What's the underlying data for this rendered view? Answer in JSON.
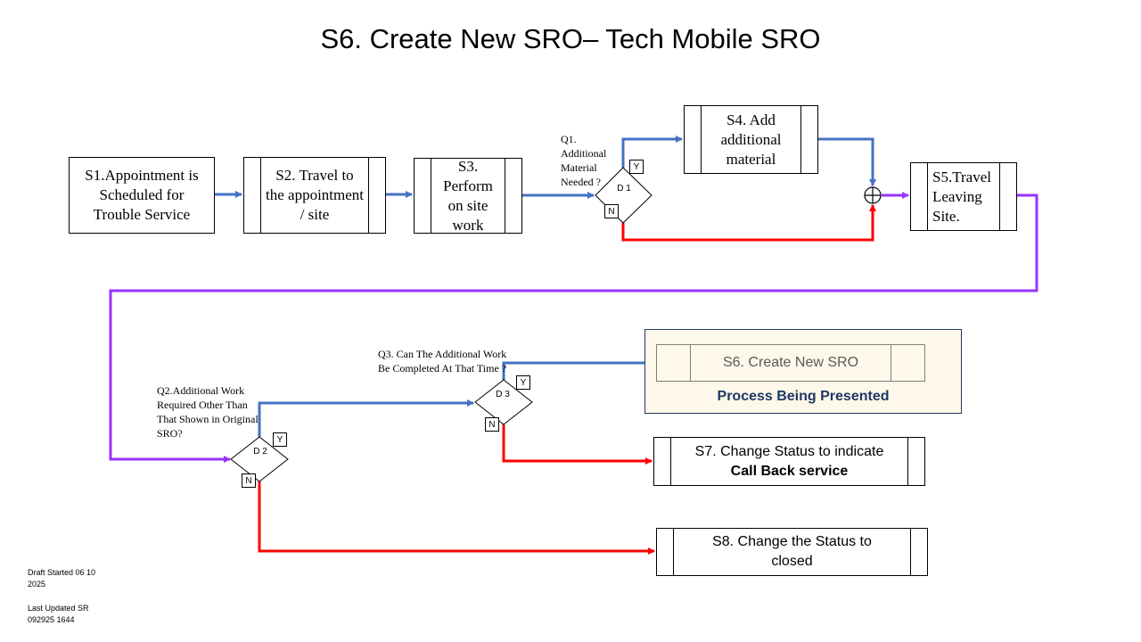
{
  "title": "S6. Create New SRO– Tech Mobile SRO",
  "steps": {
    "s1": "S1.Appointment is Scheduled for Trouble Service",
    "s2": "S2. Travel to the appointment / site",
    "s3": "S3. Perform on site work",
    "s4": "S4. Add additional material",
    "s5": "S5.Travel Leaving Site.",
    "s6": "S6. Create New SRO",
    "s7_prefix": "S7. Change Status to indicate ",
    "s7_bold": "Call Back service",
    "s8": "S8. Change the Status to closed"
  },
  "questions": {
    "q1": "Q1. Additional Material Needed ?",
    "q2": "Q2.Additional Work Required Other Than That Shown in Original SRO?",
    "q3": "Q3. Can The Additional Work Be Completed At That Time ?"
  },
  "decisions": {
    "d1": "D 1",
    "d2": "D 2",
    "d3": "D 3",
    "yes": "Y",
    "no": "N"
  },
  "panel_caption": "Process Being Presented",
  "notes": {
    "draft": "Draft Started 06 10 2025",
    "updated": "Last Updated SR 092925 1644"
  },
  "colors": {
    "yes_path": "#4472c4",
    "no_path": "#ff0000",
    "link_path": "#9933ff",
    "panel_border": "#1f3864"
  }
}
